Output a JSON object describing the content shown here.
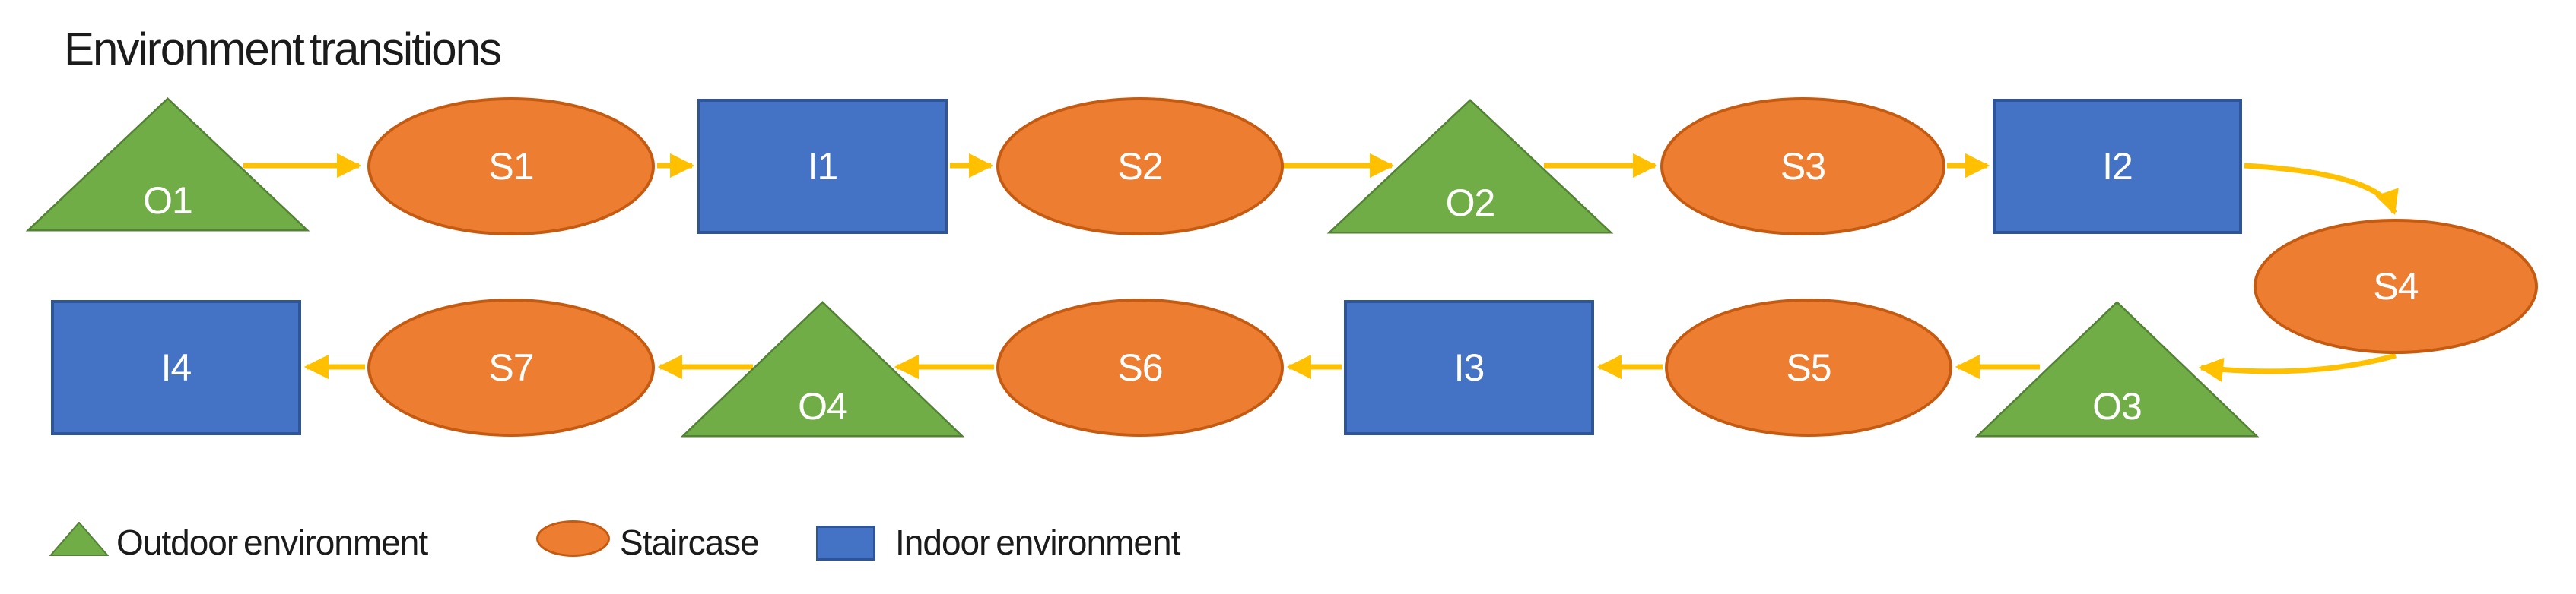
{
  "diagram": {
    "title": "Environment transitions",
    "nodes": [
      {
        "id": "O1",
        "label": "O1",
        "type": "outdoor"
      },
      {
        "id": "S1",
        "label": "S1",
        "type": "staircase"
      },
      {
        "id": "I1",
        "label": "I1",
        "type": "indoor"
      },
      {
        "id": "S2",
        "label": "S2",
        "type": "staircase"
      },
      {
        "id": "O2",
        "label": "O2",
        "type": "outdoor"
      },
      {
        "id": "S3",
        "label": "S3",
        "type": "staircase"
      },
      {
        "id": "I2",
        "label": "I2",
        "type": "indoor"
      },
      {
        "id": "S4",
        "label": "S4",
        "type": "staircase"
      },
      {
        "id": "O3",
        "label": "O3",
        "type": "outdoor"
      },
      {
        "id": "S5",
        "label": "S5",
        "type": "staircase"
      },
      {
        "id": "I3",
        "label": "I3",
        "type": "indoor"
      },
      {
        "id": "S6",
        "label": "S6",
        "type": "staircase"
      },
      {
        "id": "O4",
        "label": "O4",
        "type": "outdoor"
      },
      {
        "id": "S7",
        "label": "S7",
        "type": "staircase"
      },
      {
        "id": "I4",
        "label": "I4",
        "type": "indoor"
      }
    ],
    "transitions": [
      {
        "from": "O1",
        "to": "S1"
      },
      {
        "from": "S1",
        "to": "I1"
      },
      {
        "from": "I1",
        "to": "S2"
      },
      {
        "from": "S2",
        "to": "O2"
      },
      {
        "from": "O2",
        "to": "S3"
      },
      {
        "from": "S3",
        "to": "I2"
      },
      {
        "from": "I2",
        "to": "S4"
      },
      {
        "from": "S4",
        "to": "O3"
      },
      {
        "from": "O3",
        "to": "S5"
      },
      {
        "from": "S5",
        "to": "I3"
      },
      {
        "from": "I3",
        "to": "S6"
      },
      {
        "from": "S6",
        "to": "O4"
      },
      {
        "from": "O4",
        "to": "S7"
      },
      {
        "from": "S7",
        "to": "I4"
      }
    ],
    "legend": {
      "items": [
        {
          "type": "outdoor",
          "label": "Outdoor environment"
        },
        {
          "type": "staircase",
          "label": "Staircase"
        },
        {
          "type": "indoor",
          "label": "Indoor environment"
        }
      ]
    }
  },
  "colors": {
    "outdoor": "#70AD47",
    "outdoor_border": "#538135",
    "staircase": "#ED7D31",
    "staircase_border": "#C55A11",
    "indoor": "#4472C4",
    "indoor_border": "#2F5597",
    "arrow": "#FFC000",
    "title_text": "#1B1B1B",
    "node_label": "#FFFFFF"
  }
}
